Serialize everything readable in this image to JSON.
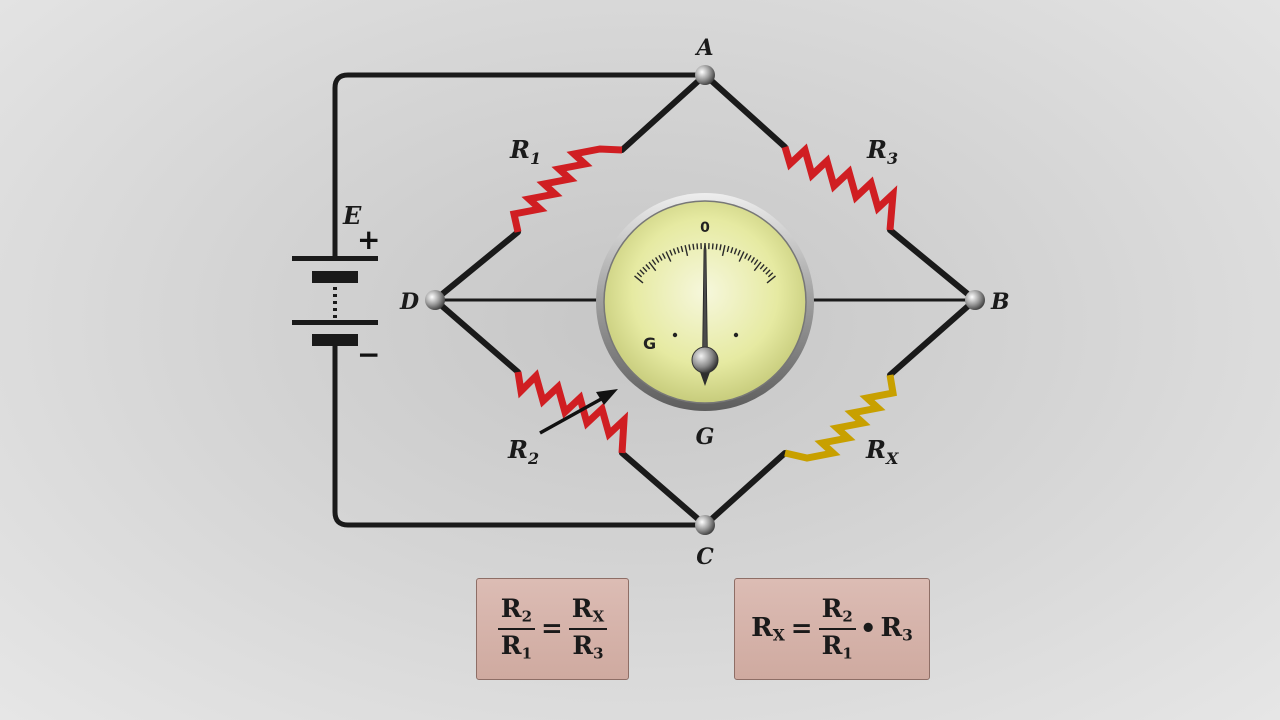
{
  "nodes": {
    "A": "A",
    "B": "B",
    "C": "C",
    "D": "D"
  },
  "battery": {
    "label": "E",
    "plus": "+",
    "minus": "−"
  },
  "resistors": {
    "r1": {
      "main": "R",
      "sub": "1"
    },
    "r2": {
      "main": "R",
      "sub": "2"
    },
    "r3": {
      "main": "R",
      "sub": "3"
    },
    "rx": {
      "main": "R",
      "sub": "X"
    }
  },
  "galvanometer": {
    "label": "G",
    "dial_letter": "G",
    "zero_mark": "0",
    "deflection": 0
  },
  "formula_left": {
    "lhs_num": {
      "main": "R",
      "sub": "2"
    },
    "lhs_den": {
      "main": "R",
      "sub": "1"
    },
    "equals": "=",
    "rhs_num": {
      "main": "R",
      "sub": "X"
    },
    "rhs_den": {
      "main": "R",
      "sub": "3"
    }
  },
  "formula_right": {
    "lhs": {
      "main": "R",
      "sub": "X"
    },
    "equals": "=",
    "frac_num": {
      "main": "R",
      "sub": "2"
    },
    "frac_den": {
      "main": "R",
      "sub": "1"
    },
    "dot": "•",
    "tail": {
      "main": "R",
      "sub": "3"
    }
  },
  "colors": {
    "wire": "#1a1a1a",
    "resistor_red": "#d01e22",
    "resistor_gold": "#c8a000",
    "dial_face": "#ecefb0",
    "formula_bg": "#d6b4ab"
  }
}
